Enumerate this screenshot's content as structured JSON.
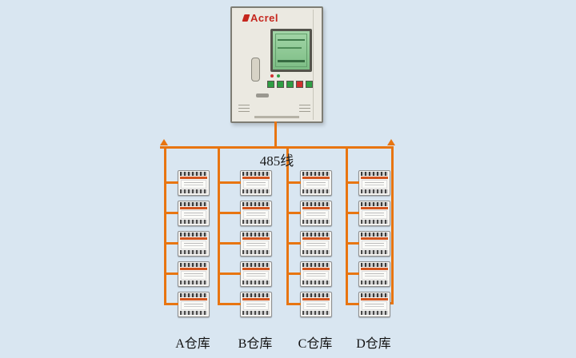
{
  "diagram": {
    "bus_label": "485线",
    "cabinet": {
      "brand": "Acrel"
    },
    "warehouse_labels": [
      "A仓库",
      "B仓库",
      "C仓库",
      "D仓库"
    ],
    "columns": 4,
    "devices_per_column": 5,
    "colors": {
      "background": "#d9e6f1",
      "wire_orange": "#e87511",
      "cabinet_body": "#ebe9e1",
      "screen_green": "#8fcb92",
      "brand_red": "#c5261d",
      "device_band": "#d2551e"
    }
  }
}
